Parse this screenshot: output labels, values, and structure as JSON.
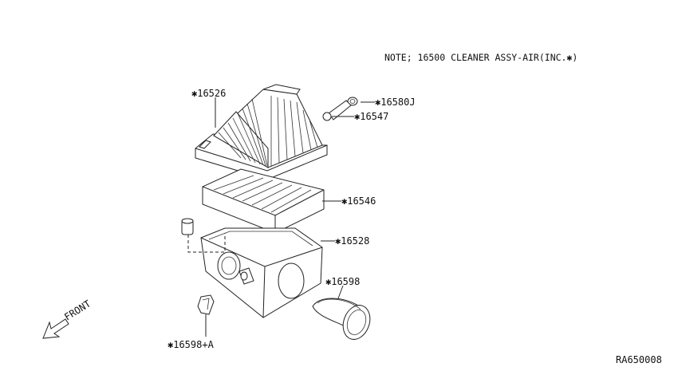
{
  "note": "NOTE; 16500 CLEANER ASSY-AIR(INC.✱)",
  "diagram_id": "RA650008",
  "front_label": "FRONT",
  "callouts": {
    "c16526": "✱16526",
    "c16580j": "✱16580J",
    "c16547": "✱16547",
    "c16546": "✱16546",
    "c16528": "✱16528",
    "c16598": "✱16598",
    "c16598a": "✱16598+A"
  }
}
